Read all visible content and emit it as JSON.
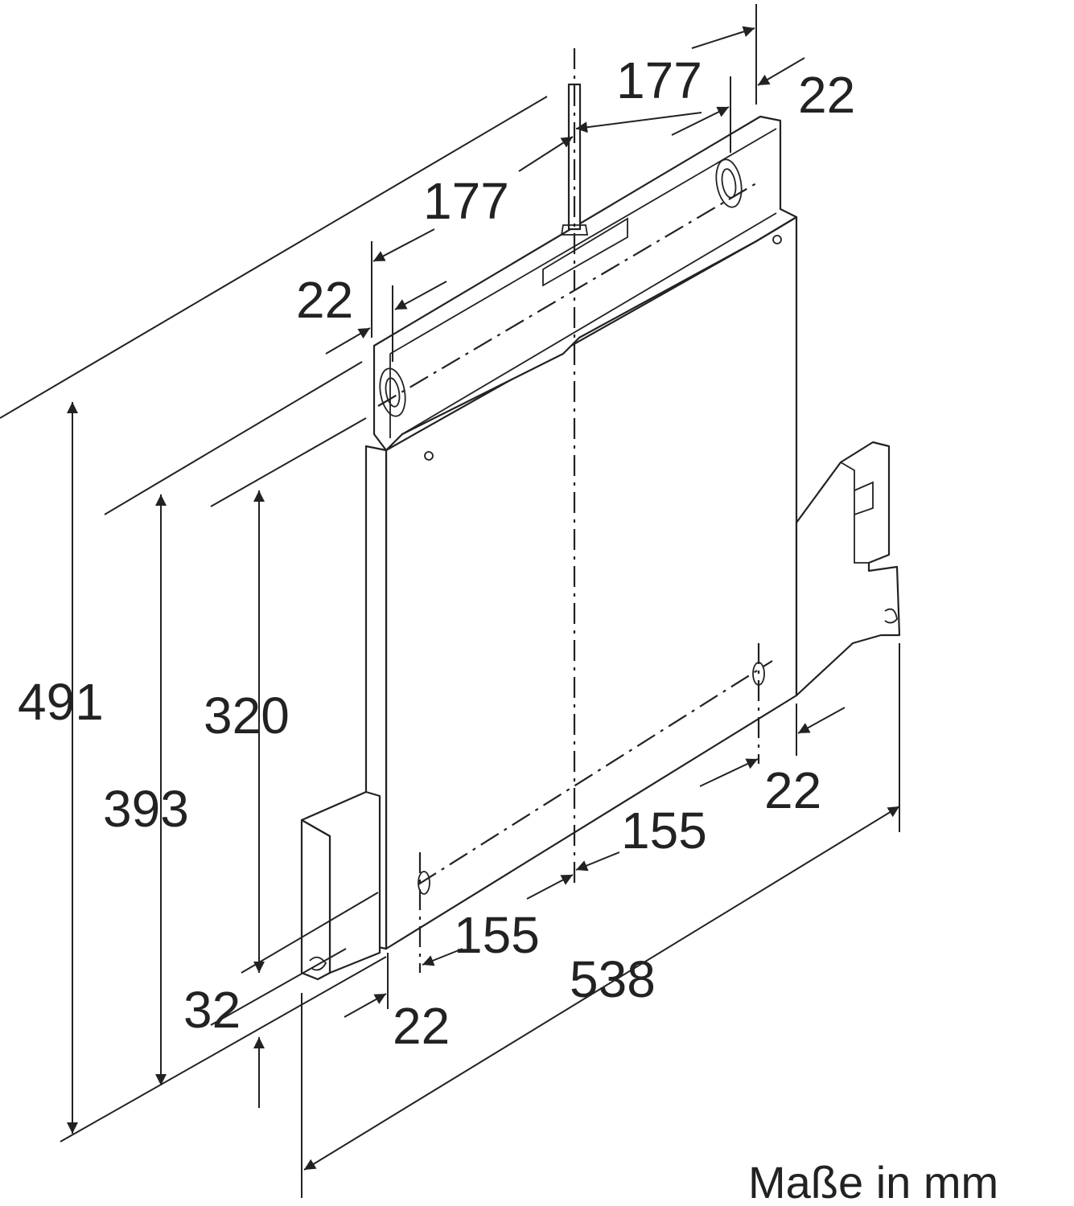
{
  "diagram": {
    "title": "Maße in mm",
    "colors": {
      "line": "#222222",
      "background": "#ffffff"
    },
    "dimensions": {
      "top_right_offset": "22",
      "top_spacing_right": "177",
      "top_spacing_left": "177",
      "top_left_offset": "22",
      "height_total": "491",
      "height_upper": "393",
      "height_inner": "320",
      "bottom_gap": "32",
      "bottom_left_offset": "22",
      "bottom_spacing_left": "155",
      "bottom_spacing_right": "155",
      "bottom_right_offset": "22",
      "width_total": "538"
    }
  }
}
